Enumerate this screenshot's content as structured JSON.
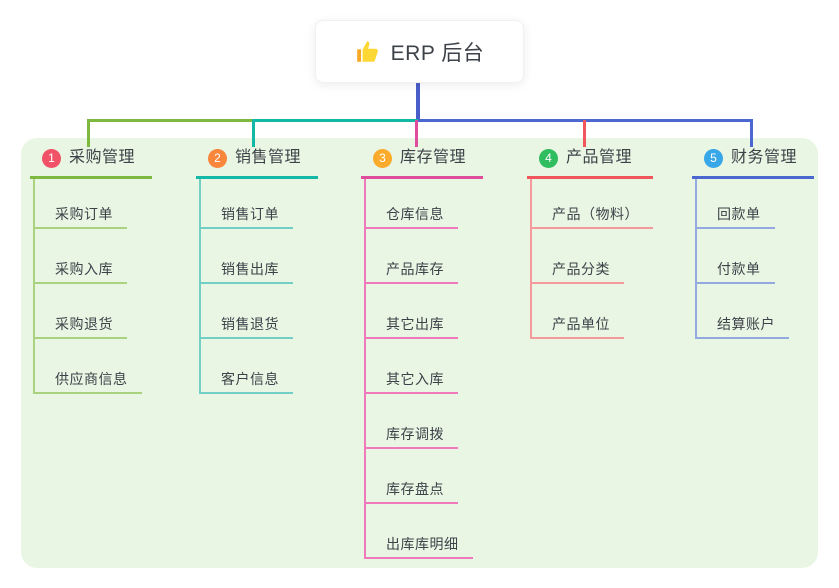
{
  "root": {
    "label": "ERP 后台",
    "icon": "thumbs-up",
    "icon_colors": {
      "hand": "#fdd835",
      "cuff": "#f9a825"
    }
  },
  "colors": {
    "root_line": "#4a5ec9",
    "panel_bg": "#eaf6e4",
    "card_bg": "#ffffff",
    "text": "#3d4249"
  },
  "branches": [
    {
      "number": "1",
      "label": "采购管理",
      "badge_color": "#f25268",
      "line_color": "#7cb93e",
      "child_line_color": "#a9d37f",
      "children": [
        "采购订单",
        "采购入库",
        "采购退货",
        "供应商信息"
      ]
    },
    {
      "number": "2",
      "label": "销售管理",
      "badge_color": "#f8863b",
      "line_color": "#14b8a6",
      "child_line_color": "#72cfc5",
      "children": [
        "销售订单",
        "销售出库",
        "销售退货",
        "客户信息"
      ]
    },
    {
      "number": "3",
      "label": "库存管理",
      "badge_color": "#fbab2b",
      "line_color": "#df4e9d",
      "child_line_color": "#ef79ba",
      "children": [
        "仓库信息",
        "产品库存",
        "其它出库",
        "其它入库",
        "库存调拨",
        "库存盘点",
        "出库库明细"
      ]
    },
    {
      "number": "4",
      "label": "产品管理",
      "badge_color": "#2fbd5f",
      "line_color": "#f0575c",
      "child_line_color": "#f49a9d",
      "children": [
        "产品（物料）",
        "产品分类",
        "产品单位"
      ]
    },
    {
      "number": "5",
      "label": "财务管理",
      "badge_color": "#38a7e8",
      "line_color": "#4a68cf",
      "child_line_color": "#93a9e0",
      "children": [
        "回款单",
        "付款单",
        "结算账户"
      ]
    }
  ]
}
